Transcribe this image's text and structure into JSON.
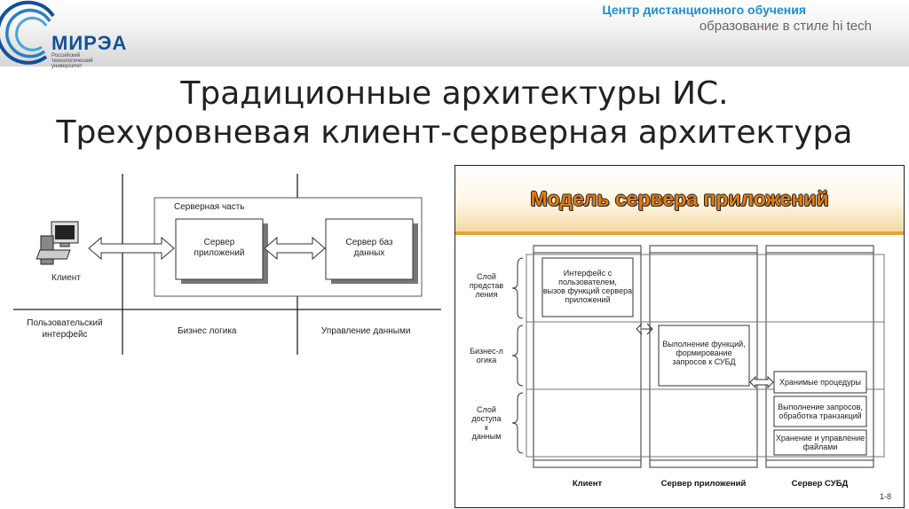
{
  "header": {
    "logo_text": "МИРЭА",
    "logo_sub": "Российский технологический университет",
    "center_title": "Центр дистанционного обучения",
    "center_subtitle": "образование в стиле hi tech"
  },
  "slide": {
    "title_line1": "Традиционные архитектуры ИС.",
    "title_line2": "Трехуровневая клиент-серверная архитектура"
  },
  "left_diagram": {
    "server_part_label": "Серверная часть",
    "client_label": "Клиент",
    "app_server_line1": "Сервер",
    "app_server_line2": "приложений",
    "db_server_line1": "Сервер баз",
    "db_server_line2": "данных",
    "layer1_line1": "Пользовательский",
    "layer1_line2": "интерфейс",
    "layer2": "Бизнес логика",
    "layer3": "Управление данными"
  },
  "right_slide": {
    "title": "Модель сервера приложений",
    "row1_line1": "Слой",
    "row1_line2": "представ",
    "row1_line3": "ления",
    "row2_line1": "Бизнес-л",
    "row2_line2": "огика",
    "row3_line1": "Слой",
    "row3_line2": "доступа",
    "row3_line3": "к",
    "row3_line4": "данным",
    "client_box_line1": "Интерфейс с",
    "client_box_line2": "пользователем,",
    "client_box_line3": "вызов функций сервера",
    "client_box_line4": "приложений",
    "app_box_line1": "Выполнение функций,",
    "app_box_line2": "формирование",
    "app_box_line3": "запросов к СУБД",
    "db_box1": "Хранимые процедуры",
    "db_box2_line1": "Выполнение запросов,",
    "db_box2_line2": "обработка транзакций",
    "db_box3_line1": "Хранение и управление",
    "db_box3_line2": "файлами",
    "col1": "Клиент",
    "col2": "Сервер приложений",
    "col3": "Сервер СУБД",
    "page_num": "1-8"
  }
}
